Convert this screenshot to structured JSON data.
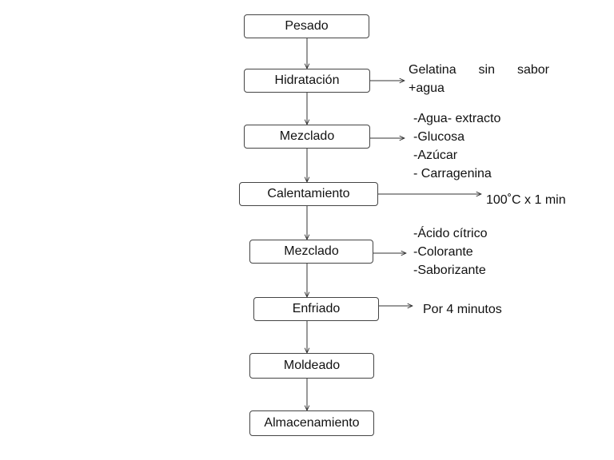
{
  "steps": [
    "Pesado",
    "Hidratación",
    "Mezclado",
    "Calentamiento",
    "Mezclado",
    "Enfriado",
    "Moldeado",
    "Almacenamiento"
  ],
  "notes": {
    "hidratacion": [
      "Gelatina",
      "sin",
      "sabor",
      "+agua"
    ],
    "mezclado_1": [
      "-Agua- extracto",
      "-Glucosa",
      "-Azúcar",
      "- Carragenina"
    ],
    "calentamiento": "100˚C x 1 min",
    "mezclado_2": [
      "-Ácido cítrico",
      "-Colorante",
      "-Saborizante"
    ],
    "enfriado": "Por 4 minutos"
  }
}
